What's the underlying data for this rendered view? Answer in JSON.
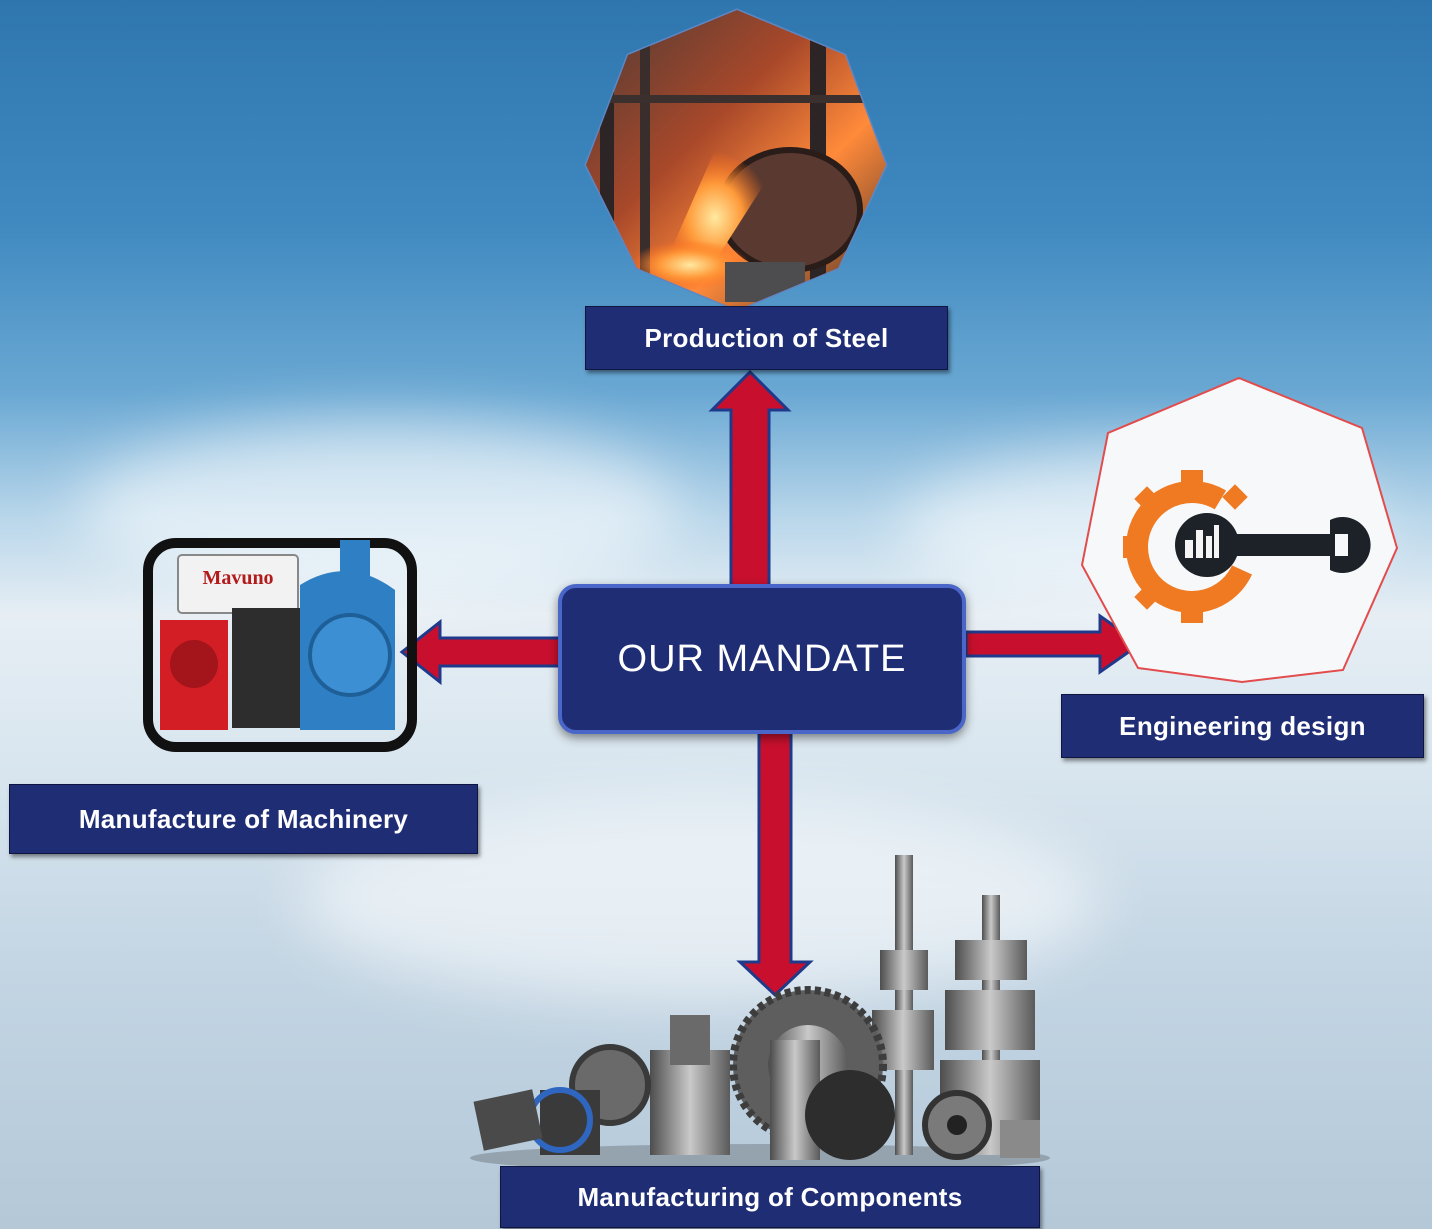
{
  "center": {
    "label": "OUR MANDATE"
  },
  "nodes": {
    "top": {
      "label": "Production of Steel"
    },
    "right": {
      "label": "Engineering design"
    },
    "left": {
      "label": "Manufacture of Machinery",
      "brand": "Mavuno"
    },
    "bottom": {
      "label": "Manufacturing of Components"
    }
  },
  "colors": {
    "box_fill": "#1f2d75",
    "box_border": "#4a66c8",
    "arrow_fill": "#c8102e",
    "arrow_outline": "#1f3a8a",
    "gear_orange": "#f07a22",
    "heptagon_outline": "#e24c4c"
  }
}
